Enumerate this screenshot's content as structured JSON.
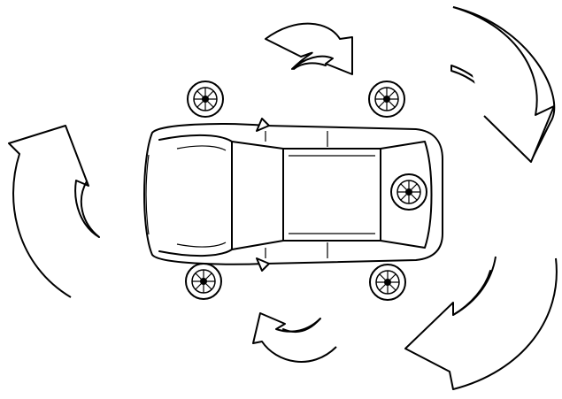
{
  "diagram": {
    "subject": "car-top-view",
    "wheel_count": 5,
    "arrow_count": 6,
    "colors": {
      "line": "#000000",
      "background": "#ffffff"
    }
  }
}
